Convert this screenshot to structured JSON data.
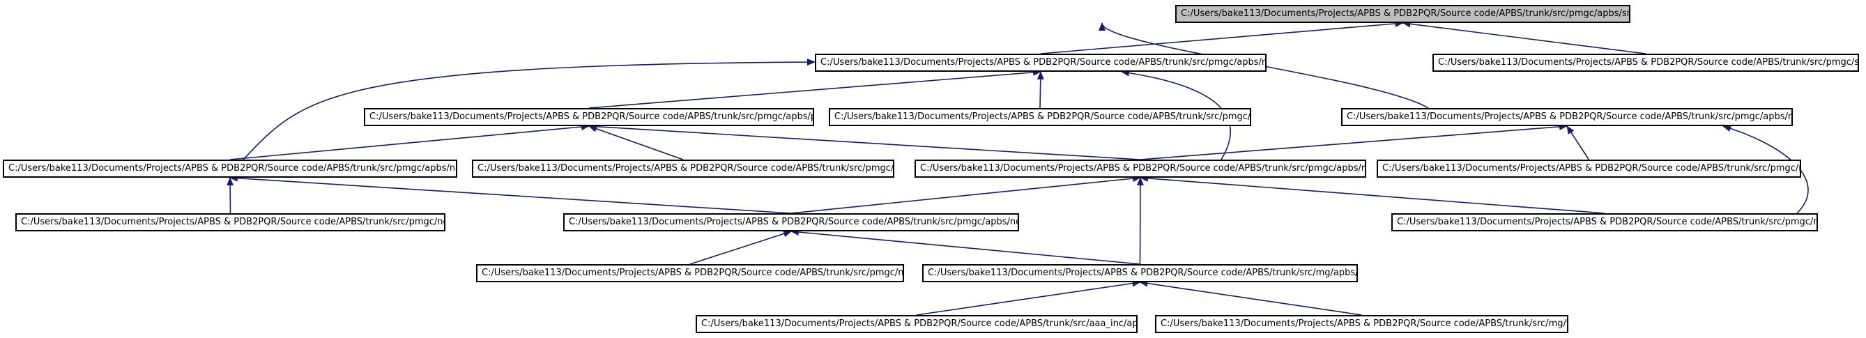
{
  "graph": {
    "edge_color": "#191970",
    "root_fill": "#bfbfbf",
    "node_fill": "#ffffff",
    "nodes": {
      "smoothd_h": "C:/Users/bake113/Documents/Projects/APBS & PDB2PQR/Source code/APBS/trunk/src/pmgc/apbs/smoothd.h",
      "mgcsd_h": "C:/Users/bake113/Documents/Projects/APBS & PDB2PQR/Source code/APBS/trunk/src/pmgc/apbs/mgcsd.h",
      "smoothd_c": "C:/Users/bake113/Documents/Projects/APBS & PDB2PQR/Source code/APBS/trunk/src/pmgc/smoothd.c",
      "powerd_h": "C:/Users/bake113/Documents/Projects/APBS & PDB2PQR/Source code/APBS/trunk/src/pmgc/apbs/powerd.h",
      "mgcsd_c": "C:/Users/bake113/Documents/Projects/APBS & PDB2PQR/Source code/APBS/trunk/src/pmgc/mgcsd.c",
      "mgfasd_h": "C:/Users/bake113/Documents/Projects/APBS & PDB2PQR/Source code/APBS/trunk/src/pmgc/apbs/mgfasd.h",
      "newtond_h": "C:/Users/bake113/Documents/Projects/APBS & PDB2PQR/Source code/APBS/trunk/src/pmgc/apbs/newtond.h",
      "powerd_c": "C:/Users/bake113/Documents/Projects/APBS & PDB2PQR/Source code/APBS/trunk/src/pmgc/powerd.c",
      "mgdrvd_h": "C:/Users/bake113/Documents/Projects/APBS & PDB2PQR/Source code/APBS/trunk/src/pmgc/apbs/mgdrvd.h",
      "mgfasd_c": "C:/Users/bake113/Documents/Projects/APBS & PDB2PQR/Source code/APBS/trunk/src/pmgc/mgfasd.c",
      "newtond_c": "C:/Users/bake113/Documents/Projects/APBS & PDB2PQR/Source code/APBS/trunk/src/pmgc/newtond.c",
      "newdrvd_h": "C:/Users/bake113/Documents/Projects/APBS & PDB2PQR/Source code/APBS/trunk/src/pmgc/apbs/newdrvd.h",
      "mgdrvd_c": "C:/Users/bake113/Documents/Projects/APBS & PDB2PQR/Source code/APBS/trunk/src/pmgc/mgdrvd.c",
      "newdrvd_c": "C:/Users/bake113/Documents/Projects/APBS & PDB2PQR/Source code/APBS/trunk/src/pmgc/newdrvd.c",
      "vpmg_h": "C:/Users/bake113/Documents/Projects/APBS & PDB2PQR/Source code/APBS/trunk/src/mg/apbs/vpmg.h",
      "apbs_h": "C:/Users/bake113/Documents/Projects/APBS & PDB2PQR/Source code/APBS/trunk/src/aaa_inc/apbs/apbs.h",
      "vpmg_c": "C:/Users/bake113/Documents/Projects/APBS & PDB2PQR/Source code/APBS/trunk/src/mg/vpmg.c"
    },
    "edges": [
      {
        "from": "mgcsd_h",
        "to": "smoothd_h"
      },
      {
        "from": "smoothd_c",
        "to": "smoothd_h"
      },
      {
        "from": "mgfasd_h",
        "to": "smoothd_h"
      },
      {
        "from": "powerd_h",
        "to": "mgcsd_h"
      },
      {
        "from": "mgcsd_c",
        "to": "mgcsd_h"
      },
      {
        "from": "newtond_h",
        "to": "mgcsd_h"
      },
      {
        "from": "mgdrvd_h",
        "to": "mgcsd_h"
      },
      {
        "from": "newtond_h",
        "to": "powerd_h"
      },
      {
        "from": "powerd_c",
        "to": "powerd_h"
      },
      {
        "from": "mgdrvd_h",
        "to": "powerd_h"
      },
      {
        "from": "mgdrvd_h",
        "to": "mgfasd_h"
      },
      {
        "from": "mgfasd_c",
        "to": "mgfasd_h"
      },
      {
        "from": "mgdrvd_c",
        "to": "mgfasd_h"
      },
      {
        "from": "newtond_c",
        "to": "newtond_h"
      },
      {
        "from": "newdrvd_h",
        "to": "newtond_h"
      },
      {
        "from": "newdrvd_h",
        "to": "mgdrvd_h"
      },
      {
        "from": "vpmg_h",
        "to": "mgdrvd_h"
      },
      {
        "from": "mgdrvd_c",
        "to": "mgdrvd_h"
      },
      {
        "from": "newdrvd_c",
        "to": "newdrvd_h"
      },
      {
        "from": "vpmg_h",
        "to": "newdrvd_h"
      },
      {
        "from": "apbs_h",
        "to": "vpmg_h"
      },
      {
        "from": "vpmg_c",
        "to": "vpmg_h"
      }
    ]
  }
}
